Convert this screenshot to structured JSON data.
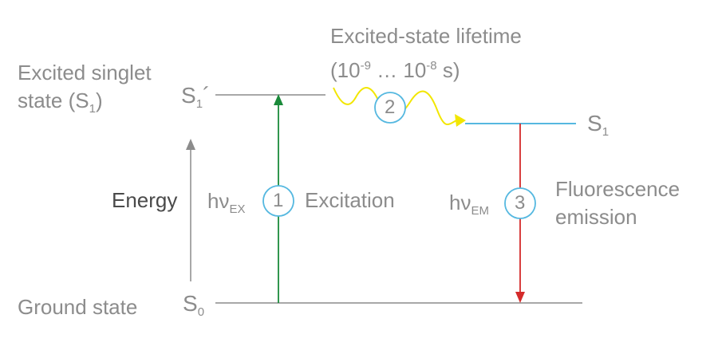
{
  "levels": {
    "excited_singlet_label_line1": "Excited singlet",
    "excited_singlet_label_line2_a": "state (S",
    "excited_singlet_label_line2_sub": "1",
    "excited_singlet_label_line2_b": ")",
    "s1_prime_symbol": "S",
    "s1_prime_sub": "1",
    "s1_prime_mark": "´",
    "s1_symbol": "S",
    "s1_sub": "1",
    "ground_label": "Ground state",
    "s0_symbol": "S",
    "s0_sub": "0"
  },
  "energy_label": "Energy",
  "lifetime": {
    "title": "Excited-state lifetime",
    "range_open": "(10",
    "range_exp1": "-9",
    "range_mid": " … 10",
    "range_exp2": "-8",
    "range_close": " s)"
  },
  "steps": [
    {
      "number": "1",
      "label": "Excitation",
      "photon": "hν",
      "photon_sub": "EX"
    },
    {
      "number": "2"
    },
    {
      "number": "3",
      "label_line1": "Fluorescence",
      "label_line2": "emission",
      "photon": "hν",
      "photon_sub": "EM"
    }
  ],
  "colors": {
    "excitation_arrow": "#1a8a3a",
    "emission_arrow": "#d42a2a",
    "relaxation_wave": "#f2e600",
    "relaxed_level": "#55b8e0",
    "level_lines": "#8c8c8c",
    "circles": "#55b8e0"
  }
}
